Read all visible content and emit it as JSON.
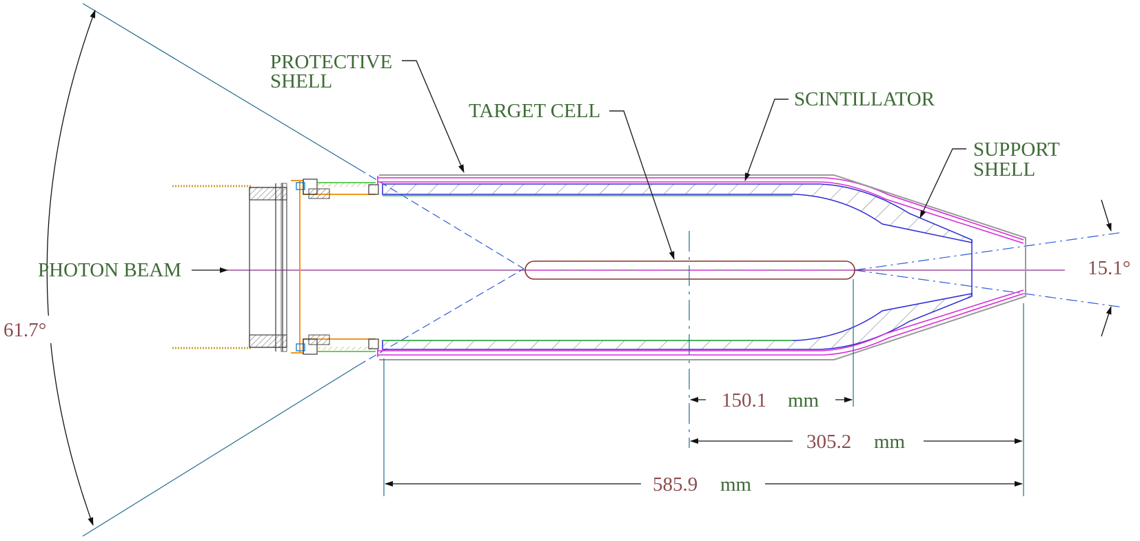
{
  "labels": {
    "protective_shell_line1": "PROTECTIVE",
    "protective_shell_line2": "SHELL",
    "target_cell": "TARGET CELL",
    "scintillator": "SCINTILLATOR",
    "support_shell_line1": "SUPPORT",
    "support_shell_line2": "SHELL",
    "photon_beam": "PHOTON BEAM"
  },
  "angles": {
    "opening_angle": "61.7°",
    "forward_angle": "15.1°"
  },
  "dimensions": {
    "dim_1_value": "150.1",
    "dim_2_value": "305.2",
    "dim_3_value": "585.9",
    "unit": "mm"
  },
  "colors": {
    "label_text": "#3d6b35",
    "value_text": "#8b4c4c",
    "scintillator": "#d62ad6",
    "support_shell": "#2a2ad8",
    "protective_shell": "#9a9a9a",
    "extension_lines": "#1f6b8c",
    "target_cell": "#8b2c2c",
    "beam_line": "#8a2a8a"
  }
}
